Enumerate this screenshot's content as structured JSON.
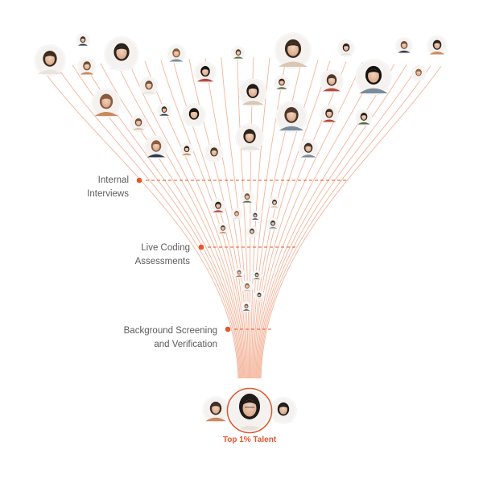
{
  "stages": [
    {
      "line1": "Internal",
      "line2": "Interviews"
    },
    {
      "line1": "Live Coding",
      "line2": "Assessments"
    },
    {
      "line1": "Background Screening",
      "line2": "and Verification"
    }
  ],
  "result_label": "Top 1% Talent",
  "colors": {
    "accent": "#e4572e",
    "line": "#f2a88a",
    "dash": "#e4572e"
  },
  "icons": {
    "candidate": "avatar-photo"
  }
}
